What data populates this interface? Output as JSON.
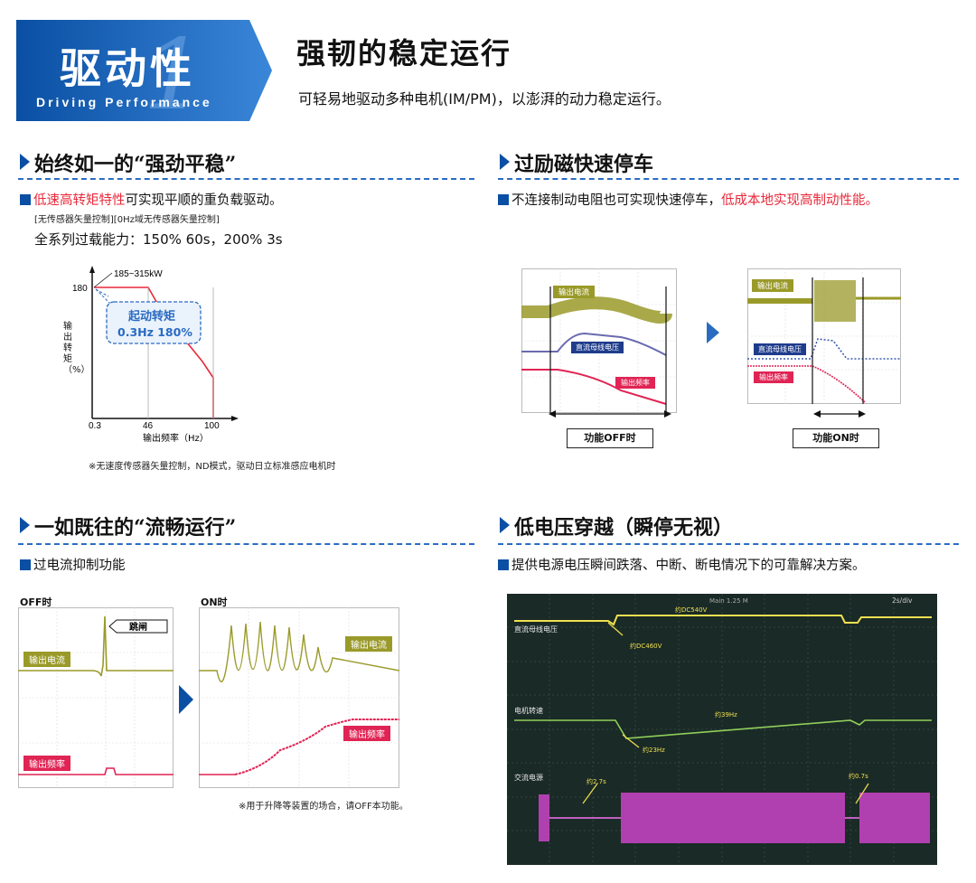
{
  "header": {
    "badge_title": "驱动性",
    "badge_number": "1",
    "badge_english": "Driving Performance",
    "title": "强韧的稳定运行",
    "subtitle": "可轻易地驱动多种电机(IM/PM)，以澎湃的动力稳定运行。"
  },
  "sections": {
    "s1": {
      "title": "始终如一的“强劲平稳”",
      "bullet_red": "低速高转矩特性",
      "bullet_rest": "可实现平顺的重负载驱动。",
      "note": "[无传感器矢量控制][0Hz域无传感器矢量控制]",
      "overload": "全系列过载能力：150% 60s，200% 3s",
      "chart": {
        "range_label": "185~315kW",
        "ylabel": "输出转矩（%）",
        "xlabel": "输出频率（Hz）",
        "y_tick": "180",
        "x_ticks": [
          "0.3",
          "46",
          "100"
        ],
        "callout_line1": "起动转矩",
        "callout_line2": "0.3Hz 180%",
        "footnote": "※无速度传感器矢量控制，ND模式，驱动日立标准感应电机时"
      }
    },
    "s2": {
      "title": "过励磁快速停车",
      "bullet_a": "不连接制动电阻也可实现快速停车，",
      "bullet_red": "低成本地实现高制动性能。",
      "scope_off": {
        "current": "输出电流",
        "bus": "直流母线电压",
        "freq": "输出频率",
        "caption": "功能OFF时"
      },
      "scope_on": {
        "current": "输出电流",
        "bus": "直流母线电压",
        "freq": "输出频率",
        "caption": "功能ON时"
      }
    },
    "s3": {
      "title": "一如既往的“流畅运行”",
      "bullet": "过电流抑制功能",
      "off_label": "OFF时",
      "on_label": "ON时",
      "trip": "跳闸",
      "current": "输出电流",
      "freq": "输出频率",
      "footnote": "※用于升降等装置的场合，请OFF本功能。"
    },
    "s4": {
      "title": "低电压穿越（瞬停无视）",
      "bullet": "提供电源电压瞬间跌落、中断、断电情况下的可靠解决方案。",
      "scope": {
        "top_right": "2s/div",
        "top_mid": "Main 1.25 M",
        "bus_label": "直流母线电压",
        "dc540": "约DC540V",
        "dc460": "约DC460V",
        "speed_label": "电机转速",
        "hz39": "约39Hz",
        "hz23": "约23Hz",
        "ac_label": "交流电源",
        "t27": "约2.7s",
        "t07": "约0.7s"
      }
    }
  }
}
